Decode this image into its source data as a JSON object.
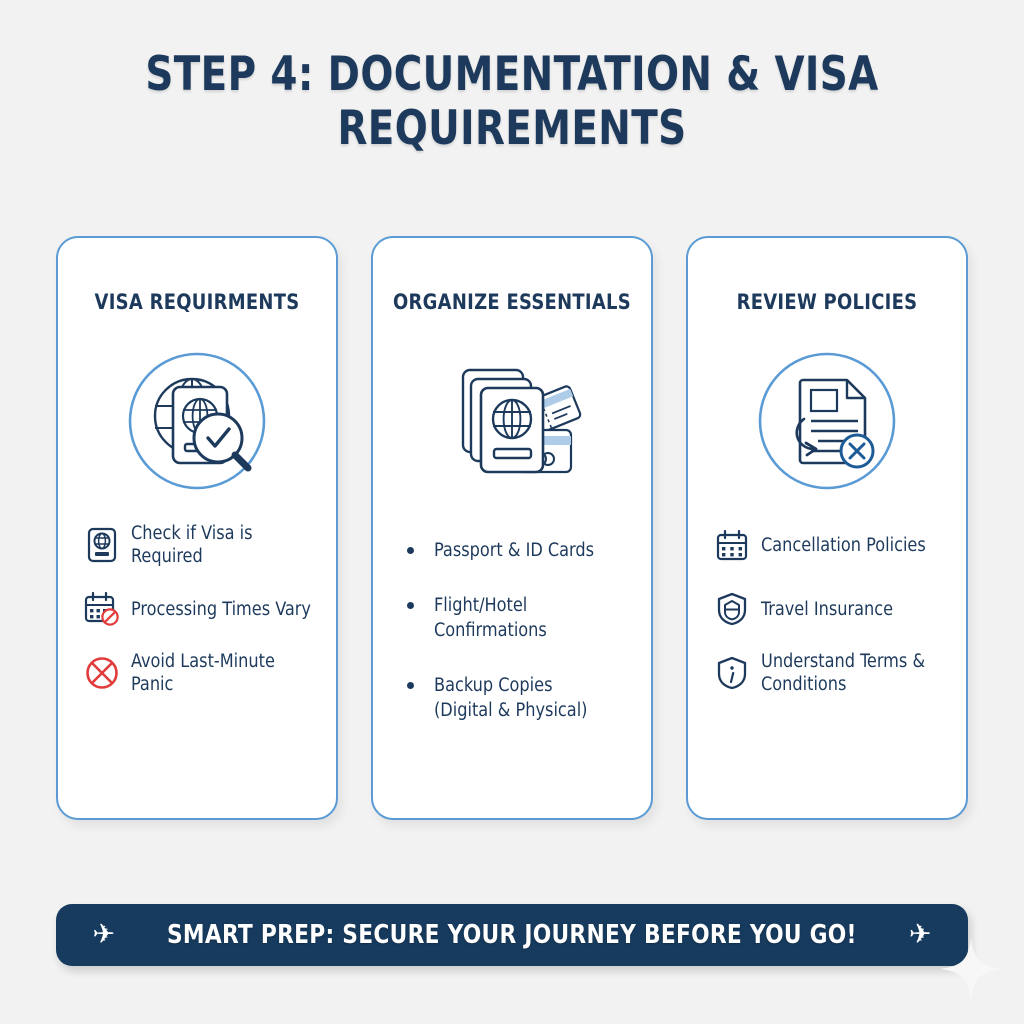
{
  "page": {
    "title": "STEP 4: DOCUMENTATION & VISA REQUIREMENTS",
    "background_color": "#f2f2f2",
    "navy": "#1d3a5c",
    "accent_blue": "#5b9bd5",
    "red": "#e23b3b",
    "banner_navy": "#173b5e"
  },
  "cards": [
    {
      "title": "VISA REQUIRMENTS",
      "icon": "globe-passport-magnifier-check-icon",
      "list_style": "icons",
      "items": [
        {
          "icon": "passport-icon",
          "label": "Check if Visa is Required"
        },
        {
          "icon": "calendar-no-entry-icon",
          "label": "Processing Times Vary"
        },
        {
          "icon": "circle-x-icon",
          "label": "Avoid Last-Minute Panic"
        }
      ]
    },
    {
      "title": "ORGANIZE ESSENTIALS",
      "icon": "passports-ticket-card-icon",
      "list_style": "bullets",
      "items": [
        {
          "icon": "bullet-dot",
          "label": "Passport & ID Cards"
        },
        {
          "icon": "bullet-dot",
          "label": "Flight/Hotel Confirmations"
        },
        {
          "icon": "bullet-dot",
          "label": "Backup Copies\n(Digital & Physical)"
        }
      ]
    },
    {
      "title": "REVIEW POLICIES",
      "icon": "document-refund-x-icon",
      "list_style": "icons",
      "items": [
        {
          "icon": "calendar-icon",
          "label": "Cancellation Policies"
        },
        {
          "icon": "shield-icon",
          "label": "Travel Insurance"
        },
        {
          "icon": "shield-info-icon",
          "label": "Understand Terms & Conditions"
        }
      ]
    }
  ],
  "banner": {
    "text": "SMART PREP: SECURE YOUR JOURNEY BEFORE YOU GO!",
    "left_icon": "airplane-icon",
    "right_icon": "airplane-icon",
    "left_glyph": "✈",
    "right_glyph": "✈"
  }
}
